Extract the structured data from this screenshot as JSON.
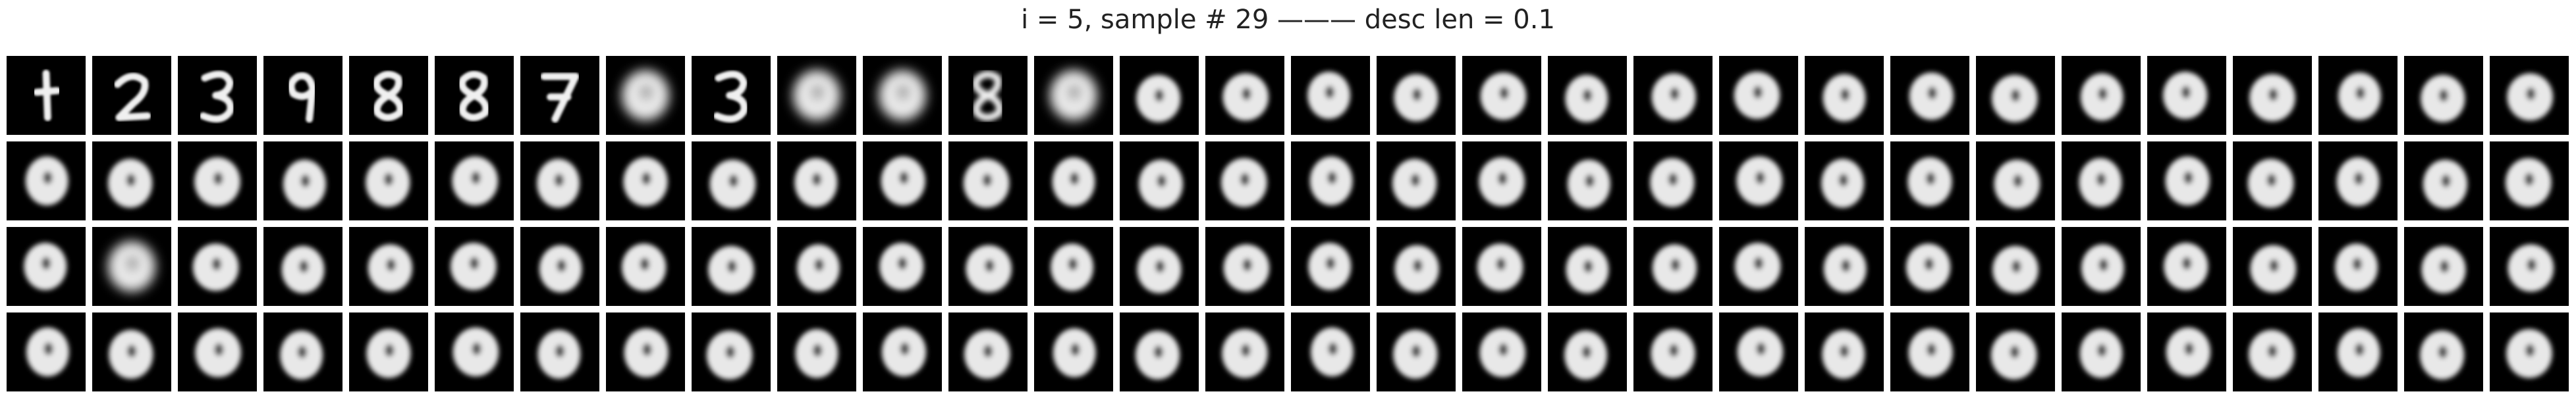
{
  "figure": {
    "title": "i = 5, sample # 29 ——— desc len = 0.1",
    "rows": 4,
    "columns": 30,
    "tile_background": "#000000",
    "stroke_color": "#ffffff",
    "rows_content": [
      {
        "glyphs": [
          "1",
          "2",
          "3",
          "9",
          "8",
          "8",
          "7",
          "blob",
          "3",
          "blob",
          "blob",
          "8",
          "blob",
          "blob",
          "blob",
          "blob",
          "blob",
          "blob",
          "blob",
          "blob",
          "blob",
          "blob",
          "blob",
          "blob",
          "blob",
          "blob",
          "blob",
          "blob",
          "blob",
          "blob"
        ],
        "sharpness": [
          "sharp",
          "sharp",
          "sharp",
          "sharp",
          "sharp",
          "sharp",
          "sharp",
          "blur",
          "sharp",
          "blur",
          "blur",
          "blur",
          "blur",
          "blob",
          "blob",
          "blob",
          "blob",
          "blob",
          "blob",
          "blob",
          "blob",
          "blob",
          "blob",
          "blob",
          "blob",
          "blob",
          "blob",
          "blob",
          "blob",
          "blob"
        ]
      },
      {
        "glyphs": [
          "blob",
          "blob",
          "blob",
          "blob",
          "blob",
          "blob",
          "blob",
          "blob",
          "blob",
          "blob",
          "blob",
          "blob",
          "blob",
          "blob",
          "blob",
          "blob",
          "blob",
          "blob",
          "blob",
          "blob",
          "blob",
          "blob",
          "blob",
          "blob",
          "blob",
          "blob",
          "blob",
          "blob",
          "blob",
          "blob"
        ]
      },
      {
        "glyphs": [
          "blob",
          "blur",
          "blob",
          "blob",
          "blob",
          "blob",
          "blob",
          "blob",
          "blob",
          "blob",
          "blob",
          "blob",
          "blob",
          "blob",
          "blob",
          "blob",
          "blob",
          "blob",
          "blob",
          "blob",
          "blob",
          "blob",
          "blob",
          "blob",
          "blob",
          "blob",
          "blob",
          "blob",
          "blob",
          "blob"
        ]
      },
      {
        "glyphs": [
          "blob",
          "blob",
          "blob",
          "blob",
          "blob",
          "blob",
          "blob",
          "blob",
          "blob",
          "blob",
          "blob",
          "blob",
          "blob",
          "blob",
          "blob",
          "blob",
          "blob",
          "blob",
          "blob",
          "blob",
          "blob",
          "blob",
          "blob",
          "blob",
          "blob",
          "blob",
          "blob",
          "blob",
          "blob",
          "blob"
        ]
      }
    ]
  }
}
